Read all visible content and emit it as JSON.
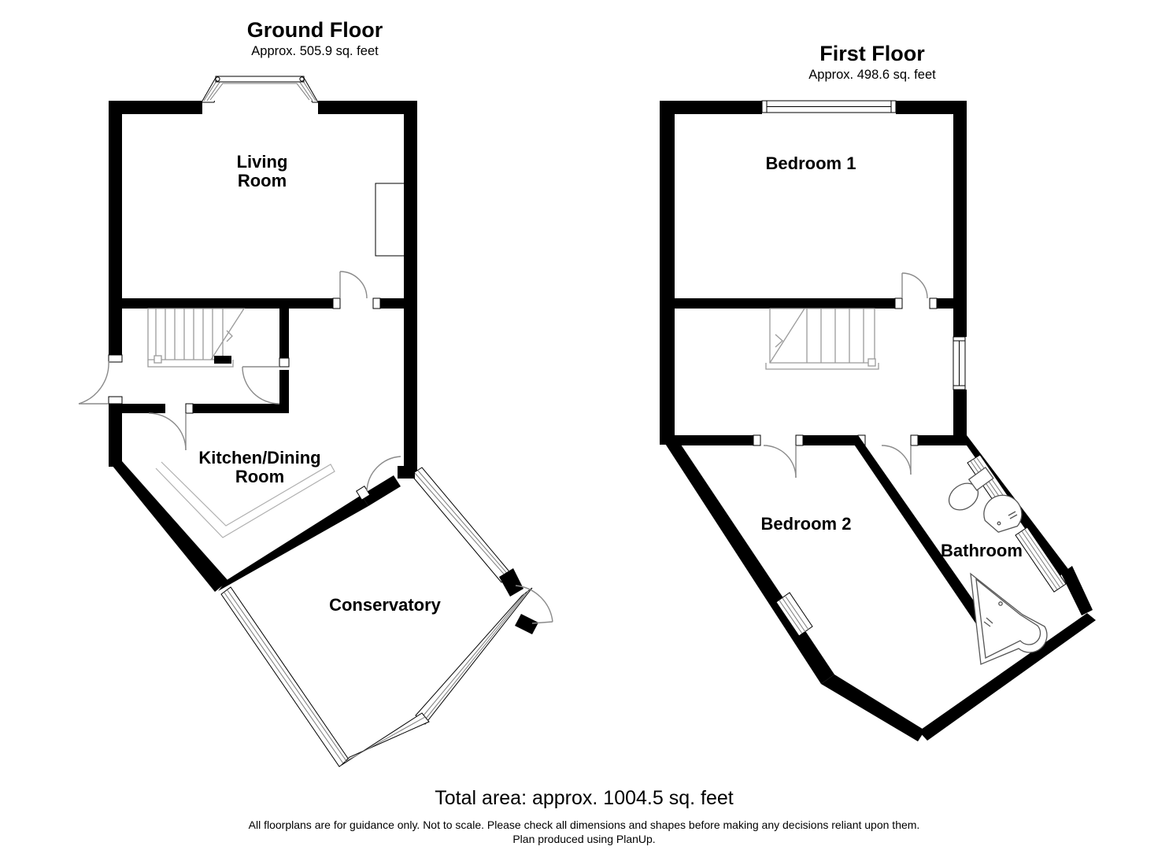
{
  "document": {
    "type": "floor-plan",
    "total_area_label": "Total area: approx. 1004.5 sq. feet",
    "disclaimer_line_1": "All floorplans are for guidance only. Not to scale. Please check all dimensions and shapes before making any decisions reliant upon them.",
    "disclaimer_line_2": "Plan produced using PlanUp."
  },
  "floors": [
    {
      "id": "ground-floor",
      "title": "Ground Floor",
      "area_label": "Approx. 505.9 sq. feet",
      "rooms": [
        {
          "id": "living-room",
          "label_line_1": "Living",
          "label_line_2": "Room"
        },
        {
          "id": "kitchen-dining-room",
          "label_line_1": "Kitchen/Dining",
          "label_line_2": "Room"
        },
        {
          "id": "conservatory",
          "label_line_1": "Conservatory",
          "label_line_2": ""
        }
      ],
      "features": {
        "bay_window": "bay-window-icon",
        "stairs": "staircase-icon",
        "fireplace": "fireplace-icon",
        "entrance_door": "door-icon",
        "kitchen_counter": "counter-icon"
      }
    },
    {
      "id": "first-floor",
      "title": "First Floor",
      "area_label": "Approx. 498.6 sq. feet",
      "rooms": [
        {
          "id": "bedroom-1",
          "label_line_1": "Bedroom 1",
          "label_line_2": ""
        },
        {
          "id": "bedroom-2",
          "label_line_1": "Bedroom 2",
          "label_line_2": ""
        },
        {
          "id": "bathroom",
          "label_line_1": "Bathroom",
          "label_line_2": ""
        }
      ],
      "features": {
        "stairs": "staircase-icon",
        "window_bedroom_1": "window-icon",
        "window_landing": "window-icon",
        "window_bedroom_2": "window-icon",
        "toilet": "toilet-icon",
        "basin": "basin-icon",
        "bath": "bath-icon"
      }
    }
  ],
  "colors": {
    "wall": "#000000",
    "background": "#ffffff",
    "fixture_stroke": "#555555",
    "door_swing": "#8a8a8a"
  }
}
